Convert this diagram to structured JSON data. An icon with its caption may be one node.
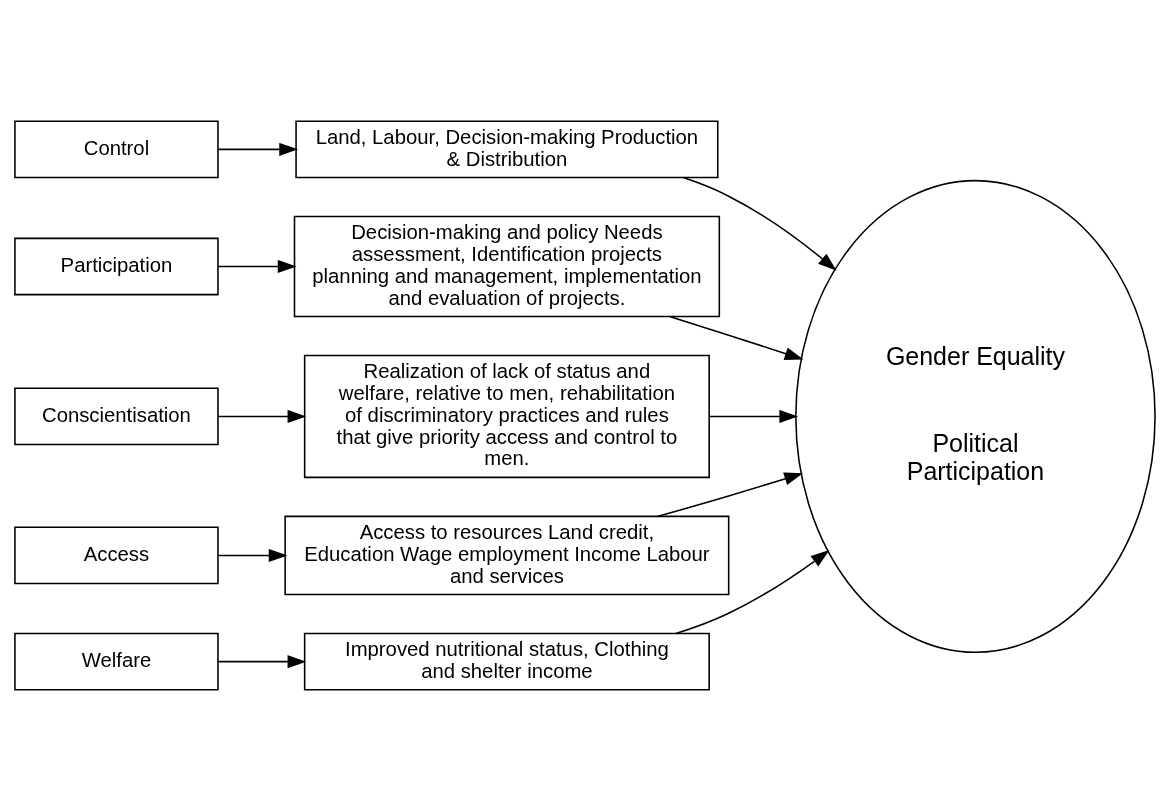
{
  "diagram": {
    "nodes": [
      {
        "text": [
          "Control"
        ]
      },
      {
        "text": [
          "Participation"
        ]
      },
      {
        "text": [
          "Conscientisation"
        ]
      },
      {
        "text": [
          "Access"
        ]
      },
      {
        "text": [
          "Welfare"
        ]
      },
      {
        "text": [
          "Land, Labour, Decision-making Production & Distribution"
        ]
      },
      {
        "text": [
          "Decision-making and policy Needs assessment, Identification projects planning and management, implementation and evaluation of projects."
        ]
      },
      {
        "text": [
          "Realization of lack of status and welfare, relative to men, rehabilitation of discriminatory practices and rules that give priority access and control to men."
        ]
      },
      {
        "text": [
          "Access to resources Land credit, Education Wage employment Income Labour and services"
        ]
      },
      {
        "text": [
          "Improved nutritional status, Clothing and shelter income"
        ]
      },
      {
        "text": [
          "Gender Equality",
          "Political Participation"
        ]
      }
    ],
    "edges": [
      {
        "from": 0,
        "to": 5,
        "arrow": "to"
      },
      {
        "from": 1,
        "to": 6,
        "arrow": "to"
      },
      {
        "from": 2,
        "to": 7,
        "arrow": "to"
      },
      {
        "from": 3,
        "to": 8,
        "arrow": "to"
      },
      {
        "from": 4,
        "to": 9,
        "arrow": "to"
      },
      {
        "from": 5,
        "to": 10,
        "arrow": "to"
      },
      {
        "from": 6,
        "to": 10,
        "arrow": "to"
      },
      {
        "from": 7,
        "to": 10,
        "arrow": "to"
      },
      {
        "from": 8,
        "to": 10,
        "arrow": "to"
      },
      {
        "from": 9,
        "to": 10,
        "arrow": "to"
      }
    ]
  }
}
